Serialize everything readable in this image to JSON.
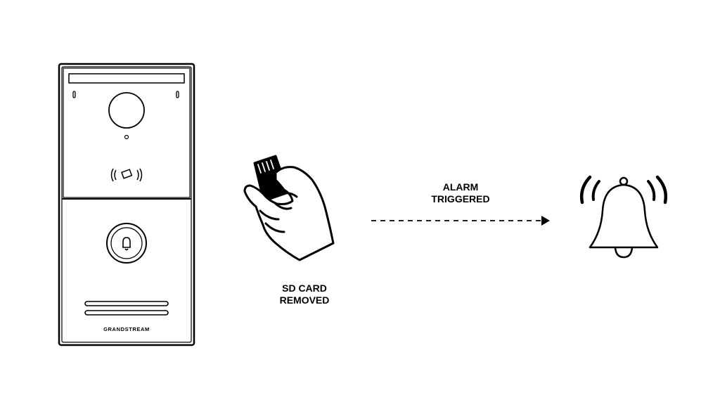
{
  "step1": {
    "line1": "SD CARD",
    "line2": "REMOVED"
  },
  "step2": {
    "line1": "ALARM",
    "line2": "TRIGGERED"
  },
  "device": {
    "brand": "GRANDSTREAM"
  },
  "icons": [
    "door-intercom-device",
    "hand-holding-sd-card-icon",
    "dashed-arrow",
    "alarm-bell-icon"
  ],
  "colors": {
    "stroke": "#000000",
    "background": "#ffffff"
  }
}
